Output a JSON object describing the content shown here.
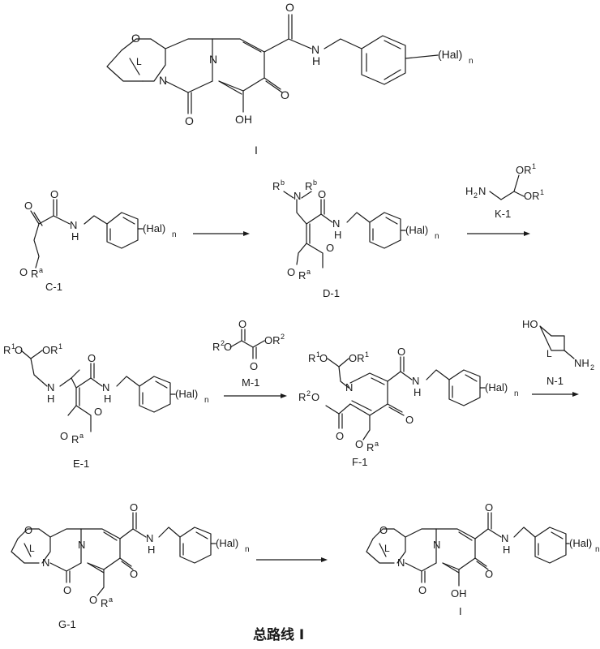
{
  "product_top": {
    "label": "I",
    "atoms": {
      "O_ring": "O",
      "N1": "N",
      "N2": "N",
      "L": "L",
      "O_keto1": "O",
      "O_keto2": "O",
      "OH": "OH",
      "NH": "N",
      "H": "H",
      "Hal": "(Hal)",
      "n": "n"
    }
  },
  "row1": {
    "C1": {
      "label": "C-1",
      "O1": "O",
      "O2": "O",
      "NH": "N",
      "H": "H",
      "Hal": "(Hal)",
      "n": "n",
      "OR": "O",
      "R": "R",
      "a": "a"
    },
    "D1": {
      "label": "D-1",
      "Rb1": "R",
      "b1": "b",
      "N": "N",
      "Rb2": "R",
      "b2": "b",
      "O1": "O",
      "O2": "O",
      "NH": "N",
      "H": "H",
      "Hal": "(Hal)",
      "n": "n",
      "OR": "O",
      "R": "R",
      "a": "a"
    },
    "K1": {
      "label": "K-1",
      "H2N": "H",
      "two": "2",
      "N": "N",
      "OR1a": "OR",
      "sup1a": "1",
      "OR1b": "OR",
      "sup1b": "1"
    }
  },
  "row2": {
    "E1": {
      "label": "E-1",
      "R1": "R",
      "s1": "1",
      "O": "O",
      "OR1": "OR",
      "s1b": "1",
      "N": "N",
      "H": "H",
      "O1": "O",
      "O2": "O",
      "NH": "N",
      "H2": "H",
      "Hal": "(Hal)",
      "n": "n",
      "OR": "O",
      "R": "R",
      "a": "a"
    },
    "M1": {
      "label": "M-1",
      "R2": "R",
      "s2": "2",
      "O": "O",
      "OR2": "OR",
      "s2b": "2",
      "Oa": "O",
      "Ob": "O"
    },
    "F1": {
      "label": "F-1",
      "R1": "R",
      "s1": "1",
      "O": "O",
      "OR1": "OR",
      "s1b": "1",
      "N": "N",
      "R2": "R",
      "s2": "2",
      "O2": "O",
      "Oc": "O",
      "Od": "O",
      "NH": "N",
      "H": "H",
      "Hal": "(Hal)",
      "n": "n",
      "OR": "O",
      "R": "R",
      "a": "a"
    },
    "N1": {
      "label": "N-1",
      "HO": "HO",
      "L": "L",
      "NH2": "NH",
      "two": "2"
    }
  },
  "row3": {
    "G1": {
      "label": "G-1",
      "O": "O",
      "N1": "N",
      "N2": "N",
      "L": "L",
      "Oa": "O",
      "Ob": "O",
      "OR": "O",
      "R": "R",
      "a": "a",
      "NH": "N",
      "H": "H",
      "Hal": "(Hal)",
      "n": "n"
    },
    "I2": {
      "label": "I",
      "O": "O",
      "N1": "N",
      "N2": "N",
      "L": "L",
      "Oa": "O",
      "Ob": "O",
      "OH": "OH",
      "NH": "N",
      "H": "H",
      "Hal": "(Hal)",
      "n": "n"
    }
  },
  "caption": "总路线 I"
}
